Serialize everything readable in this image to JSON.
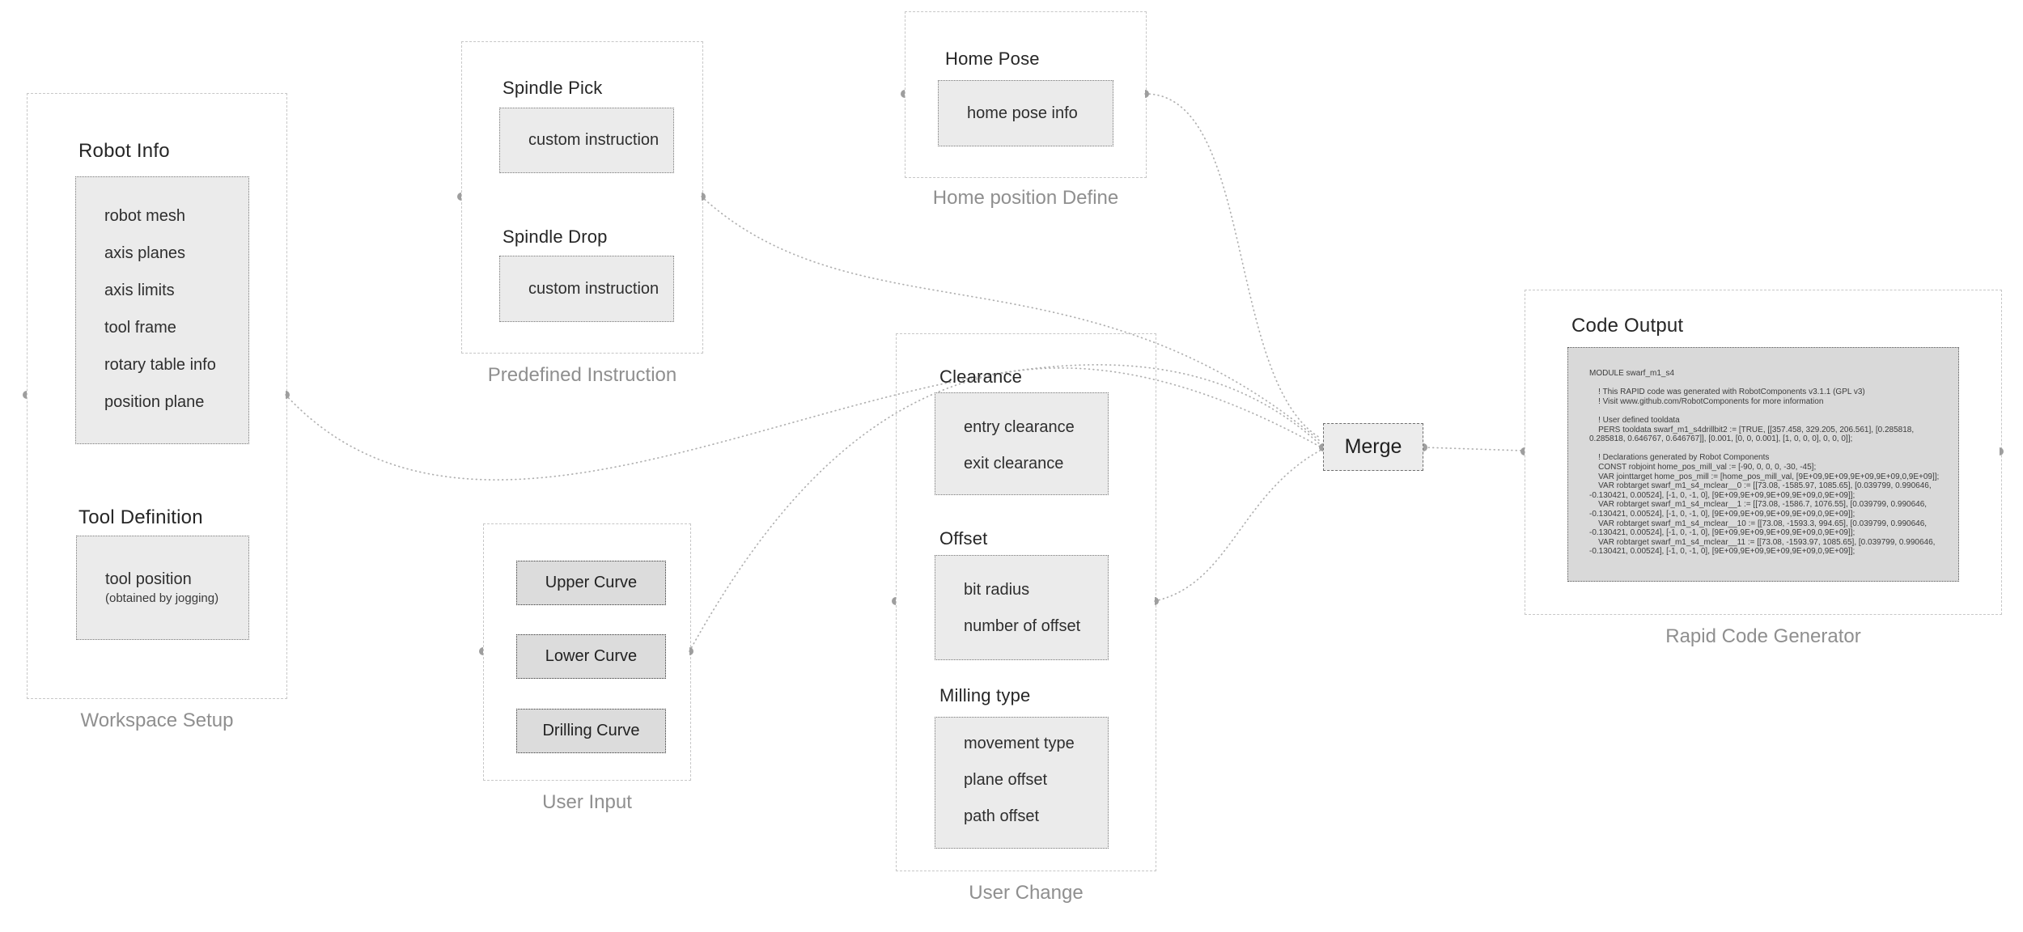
{
  "palette": {
    "wire": "#b0b0b0",
    "group_border": "#c7c7c7",
    "node_fill": "#ebebeb",
    "button_fill": "#dcdcdc",
    "code_fill": "#d9d9d9",
    "caption_text": "#8f8f8f",
    "title_text": "#262626",
    "port": "#9e9e9e"
  },
  "groups": {
    "workspace_setup": {
      "caption": "Workspace Setup",
      "robot_info": {
        "title": "Robot Info",
        "items": [
          "robot mesh",
          "axis planes",
          "axis limits",
          "tool frame",
          "rotary table info",
          "position plane"
        ]
      },
      "tool_definition": {
        "title": "Tool Definition",
        "item": "tool position",
        "note": "(obtained by jogging)"
      }
    },
    "predefined_instruction": {
      "caption": "Predefined Instruction",
      "spindle_pick": {
        "title": "Spindle Pick",
        "item": "custom instruction"
      },
      "spindle_drop": {
        "title": "Spindle Drop",
        "item": "custom instruction"
      }
    },
    "home_position_define": {
      "caption": "Home position Define",
      "home_pose": {
        "title": "Home Pose",
        "item": "home pose info"
      }
    },
    "user_input": {
      "caption": "User Input",
      "buttons": [
        "Upper Curve",
        "Lower Curve",
        "Drilling Curve"
      ]
    },
    "user_change": {
      "caption": "User Change",
      "clearance": {
        "title": "Clearance",
        "items": [
          "entry clearance",
          "exit clearance"
        ]
      },
      "offset": {
        "title": "Offset",
        "items": [
          "bit radius",
          "number of offset"
        ]
      },
      "milling_type": {
        "title": "Milling type",
        "items": [
          "movement type",
          "plane offset",
          "path offset"
        ]
      }
    },
    "merge": {
      "label": "Merge"
    },
    "rapid_code_generator": {
      "caption": "Rapid Code Generator",
      "code_output": {
        "title": "Code Output",
        "code": "MODULE swarf_m1_s4\n\n    ! This RAPID code was generated with RobotComponents v3.1.1 (GPL v3)\n    ! Visit www.github.com/RobotComponents for more information\n\n    ! User defined tooldata\n    PERS tooldata swarf_m1_s4drillbit2 := [TRUE, [[357.458, 329.205, 206.561], [0.285818, 0.285818, 0.646767, 0.646767]], [0.001, [0, 0, 0.001], [1, 0, 0, 0], 0, 0, 0]];\n\n    ! Declarations generated by Robot Components\n    CONST robjoint home_pos_mill_val := [-90, 0, 0, 0, -30, -45];\n    VAR jointtarget home_pos_mill := [home_pos_mill_val, [9E+09,9E+09,9E+09,9E+09,0,9E+09]];\n    VAR robtarget swarf_m1_s4_mclear__0 := [[73.08, -1585.97, 1085.65], [0.039799, 0.990646, -0.130421, 0.00524], [-1, 0, -1, 0], [9E+09,9E+09,9E+09,9E+09,0,9E+09]];\n    VAR robtarget swarf_m1_s4_mclear__1 := [[73.08, -1586.7, 1076.55], [0.039799, 0.990646, -0.130421, 0.00524], [-1, 0, -1, 0], [9E+09,9E+09,9E+09,9E+09,0,9E+09]];\n    VAR robtarget swarf_m1_s4_mclear__10 := [[73.08, -1593.3, 994.65], [0.039799, 0.990646, -0.130421, 0.00524], [-1, 0, -1, 0], [9E+09,9E+09,9E+09,9E+09,0,9E+09]];\n    VAR robtarget swarf_m1_s4_mclear__11 := [[73.08, -1593.97, 1085.65], [0.039799, 0.990646, -0.130421, 0.00524], [-1, 0, -1, 0], [9E+09,9E+09,9E+09,9E+09,0,9E+09]];"
      }
    }
  }
}
